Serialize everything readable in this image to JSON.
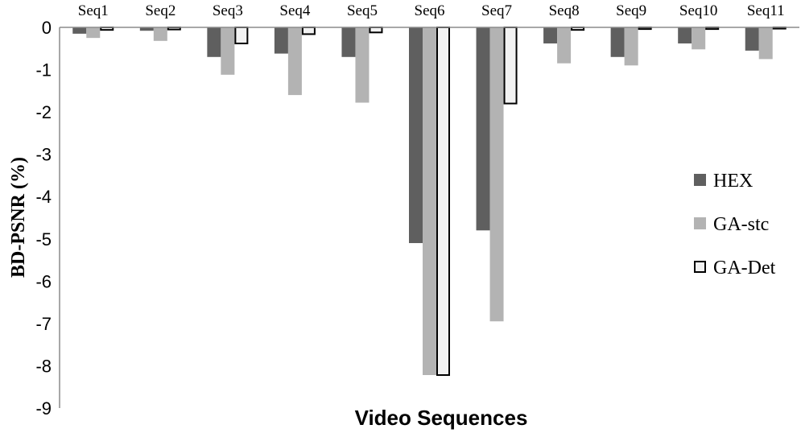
{
  "chart_data": {
    "type": "bar",
    "categories": [
      "Seq1",
      "Seq2",
      "Seq3",
      "Seq4",
      "Seq5",
      "Seq6",
      "Seq7",
      "Seq8",
      "Seq9",
      "Seq10",
      "Seq11"
    ],
    "series": [
      {
        "name": "HEX",
        "color": "#5f5f5f",
        "stroke": "none",
        "values": [
          -0.15,
          -0.08,
          -0.7,
          -0.62,
          -0.7,
          -5.1,
          -4.8,
          -0.38,
          -0.7,
          -0.38,
          -0.55
        ]
      },
      {
        "name": "GA-stc",
        "color": "#b3b3b3",
        "stroke": "none",
        "values": [
          -0.25,
          -0.32,
          -1.12,
          -1.6,
          -1.78,
          -8.22,
          -6.95,
          -0.85,
          -0.9,
          -0.52,
          -0.75
        ]
      },
      {
        "name": "GA-Det",
        "color": "#f2f2f2",
        "stroke": "#000000",
        "values": [
          -0.06,
          -0.05,
          -0.38,
          -0.16,
          -0.12,
          -8.22,
          -1.8,
          -0.06,
          -0.04,
          -0.04,
          -0.03
        ]
      }
    ],
    "yticks": [
      "0",
      "-1",
      "-2",
      "-3",
      "-4",
      "-5",
      "-6",
      "-7",
      "-8",
      "-9"
    ],
    "ylim": [
      -9,
      0
    ],
    "xlabel": "Video Sequences",
    "ylabel": "BD-PSNR (%)",
    "legend_position": "right",
    "grid": false
  }
}
